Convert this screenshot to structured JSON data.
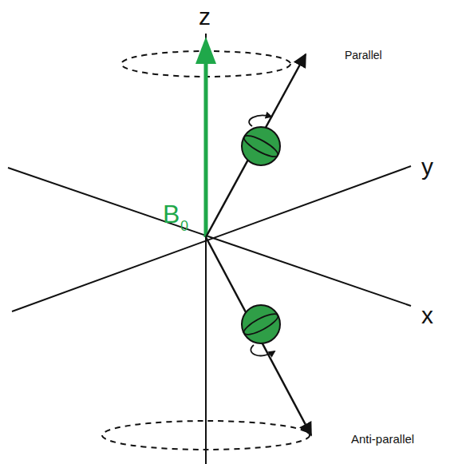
{
  "diagram": {
    "labels": [
      "z",
      "y",
      "x",
      "B",
      "0",
      "Parallel",
      "Anti-parallel"
    ]
  }
}
